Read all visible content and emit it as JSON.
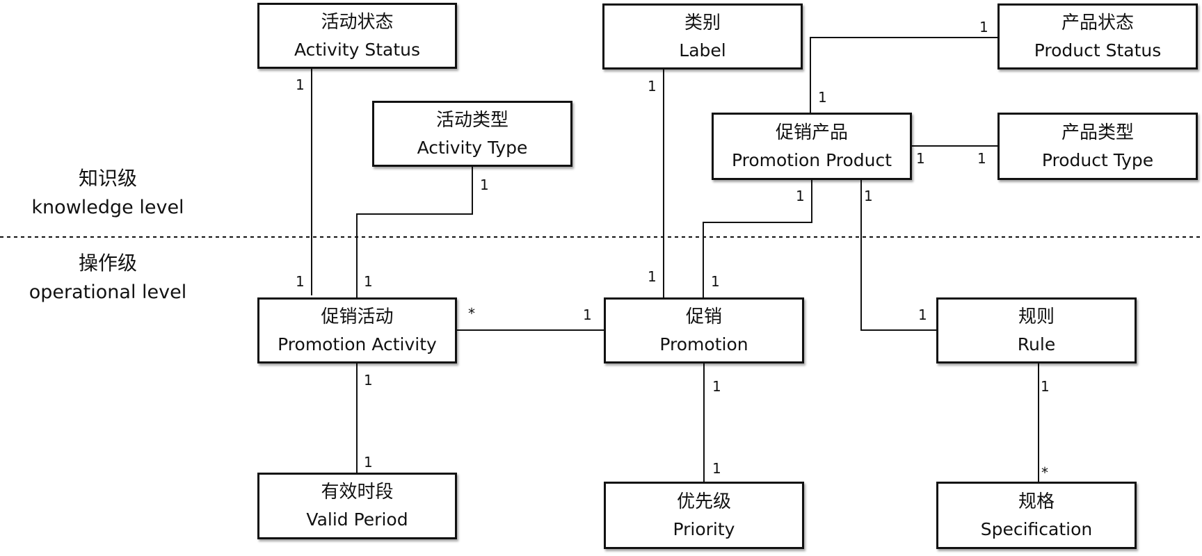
{
  "levels": {
    "knowledge": {
      "zh": "知识级",
      "en": "knowledge level"
    },
    "operational": {
      "zh": "操作级",
      "en": "operational level"
    }
  },
  "boxes": {
    "activity_status": {
      "zh": "活动状态",
      "en": "Activity Status"
    },
    "activity_type": {
      "zh": "活动类型",
      "en": "Activity Type"
    },
    "label": {
      "zh": "类别",
      "en": "Label"
    },
    "product_status": {
      "zh": "产品状态",
      "en": "Product Status"
    },
    "promotion_product": {
      "zh": "促销产品",
      "en": "Promotion Product"
    },
    "product_type": {
      "zh": "产品类型",
      "en": "Product Type"
    },
    "promotion_activity": {
      "zh": "促销活动",
      "en": "Promotion Activity"
    },
    "promotion": {
      "zh": "促销",
      "en": "Promotion"
    },
    "rule": {
      "zh": "规则",
      "en": "Rule"
    },
    "valid_period": {
      "zh": "有效时段",
      "en": "Valid Period"
    },
    "priority": {
      "zh": "优先级",
      "en": "Priority"
    },
    "specification": {
      "zh": "规格",
      "en": "Specification"
    }
  },
  "associations": [
    {
      "from": "activity_status",
      "to": "promotion_activity",
      "from_mult": "1",
      "to_mult": "1"
    },
    {
      "from": "activity_type",
      "to": "promotion_activity",
      "from_mult": "1",
      "to_mult": "1"
    },
    {
      "from": "label",
      "to": "promotion",
      "from_mult": "1",
      "to_mult": "1"
    },
    {
      "from": "product_status",
      "to": "promotion_product",
      "from_mult": "1",
      "to_mult": "1"
    },
    {
      "from": "promotion_product",
      "to": "product_type",
      "from_mult": "1",
      "to_mult": "1"
    },
    {
      "from": "promotion_product",
      "to": "promotion",
      "from_mult": "1",
      "to_mult": "1"
    },
    {
      "from": "promotion_product",
      "to": "rule",
      "from_mult": "1",
      "to_mult": "1"
    },
    {
      "from": "promotion_activity",
      "to": "promotion",
      "from_mult": "*",
      "to_mult": "1"
    },
    {
      "from": "promotion_activity",
      "to": "valid_period",
      "from_mult": "1",
      "to_mult": "1"
    },
    {
      "from": "promotion",
      "to": "priority",
      "from_mult": "1",
      "to_mult": "1"
    },
    {
      "from": "rule",
      "to": "specification",
      "from_mult": "1",
      "to_mult": "*"
    }
  ]
}
